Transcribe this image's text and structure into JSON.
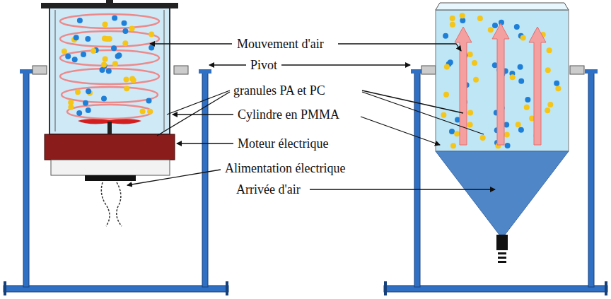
{
  "diagram": {
    "labels": [
      "Mouvement d'air",
      "Pivot",
      "granules PA et PC",
      "Cylindre en PMMA",
      "Moteur électrique",
      "Alimentation électrique",
      "Arrivée d'air"
    ]
  }
}
